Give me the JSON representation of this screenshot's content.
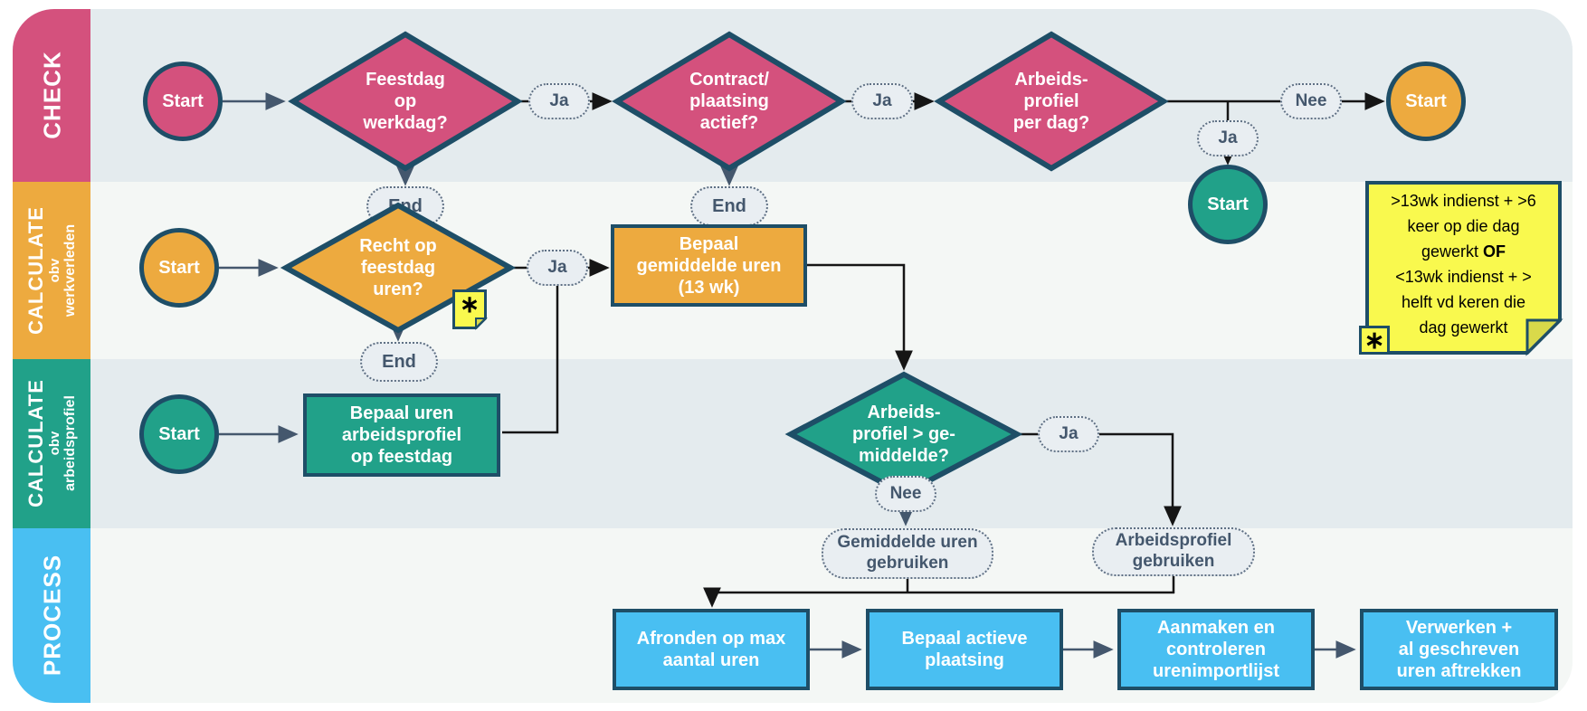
{
  "lanes": [
    {
      "name": "CHECK",
      "sublines": [],
      "color": "#d4517d"
    },
    {
      "name": "CALCULATE",
      "sublines": [
        "obv",
        "werkverleden"
      ],
      "color": "#edaa3f"
    },
    {
      "name": "CALCULATE",
      "sublines": [
        "obv",
        "arbeidsprofiel"
      ],
      "color": "#21a189"
    },
    {
      "name": "PROCESS",
      "sublines": [],
      "color": "#49bff2"
    }
  ],
  "nodes": {
    "check_start": "Start",
    "d_feestdag": "Feestdag\nop\nwerkdag?",
    "ja_feestdag": "Ja",
    "end_feestdag": "End",
    "d_contract": "Contract/\nplaatsing\nactief?",
    "ja_contract": "Ja",
    "end_contract": "End",
    "d_profiel_dag": "Arbeids-\nprofiel\nper dag?",
    "ja_profiel_dag": "Ja",
    "nee_profiel_dag": "Nee",
    "start_nee_branch": "Start",
    "start_ja_branch": "Start",
    "calc1_start": "Start",
    "d_recht": "Recht op\nfeestdag\nuren?",
    "ja_recht": "Ja",
    "end_recht": "End",
    "rect_gemiddelde": "Bepaal\ngemiddelde uren\n(13 wk)",
    "calc2_start": "Start",
    "rect_arbeidsprofiel": "Bepaal uren\narbeidsprofiel\nop feestdag",
    "d_vergelijk": "Arbeids-\nprofiel > ge-\nmiddelde?",
    "ja_vergelijk": "Ja",
    "nee_vergelijk": "Nee",
    "oval_gemiddelde": "Gemiddelde uren\ngebruiken",
    "oval_arbeidsprofiel": "Arbeidsprofiel\ngebruiken",
    "proc_afronden": "Afronden op max\naantal uren",
    "proc_plaatsing": "Bepaal actieve\nplaatsing",
    "proc_urenimport": "Aanmaken en\ncontroleren\nurenimportlijst",
    "proc_verwerken": "Verwerken +\nal geschreven\nuren aftrekken"
  },
  "note": {
    "segments": [
      {
        "text": ">13wk indienst + >6\nkeer op die dag\ngewerkt "
      },
      {
        "text": "OF",
        "bold": true
      },
      {
        "text": "\n<13wk indienst + >\nhelft vd keren die\ndag gewerkt"
      }
    ],
    "marker": "∗"
  },
  "colors": {
    "pink": "#d4517d",
    "orange": "#edaa3f",
    "teal": "#21a189",
    "process_blue": "#49bff2",
    "shape_border": "#1e4e67",
    "lane_bg_dark": "#e4ebee",
    "lane_bg_light": "#f4f7f5",
    "connector_slate": "#44576d",
    "connector_black": "#151515",
    "note_yellow": "#f9f94e",
    "oval_fill": "#e9eef2",
    "oval_text": "#44576d"
  }
}
